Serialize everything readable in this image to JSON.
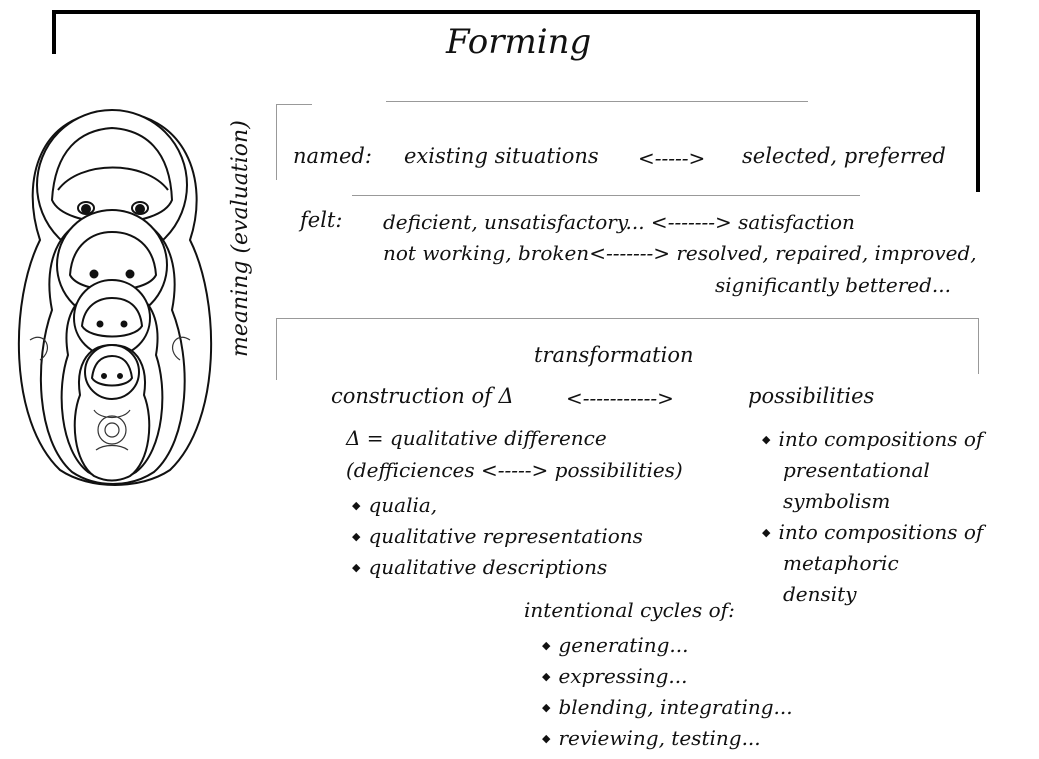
{
  "title": "Forming",
  "vertical_label": "meaning (evaluation)",
  "named": {
    "label": "named:",
    "left": "existing situations",
    "arrow": "<----->",
    "right": "selected, preferred"
  },
  "felt": {
    "label": "felt:",
    "line1": "deficient, unsatisfactory... <-------> satisfaction",
    "line2": "not working, broken<-------> resolved, repaired, improved,",
    "line3": "significantly bettered..."
  },
  "transformation": {
    "heading": "transformation",
    "construction": "construction of  Δ",
    "arrow": "<----------->",
    "possibilities": "possibilities",
    "delta_line1": "Δ = qualitative  difference",
    "delta_line2": "(defficiences <-----> possibilities)",
    "left_bullets": [
      "qualia,",
      "qualitative representations",
      "qualitative descriptions"
    ],
    "right_bullets": [
      {
        "lines": [
          "into compositions of",
          "presentational",
          "symbolism"
        ]
      },
      {
        "lines": [
          "into compositions of",
          "metaphoric",
          "density"
        ]
      }
    ],
    "cycles_heading": "intentional cycles of:",
    "cycles": [
      "generating...",
      "expressing...",
      "blending, integrating...",
      "reviewing, testing..."
    ]
  }
}
